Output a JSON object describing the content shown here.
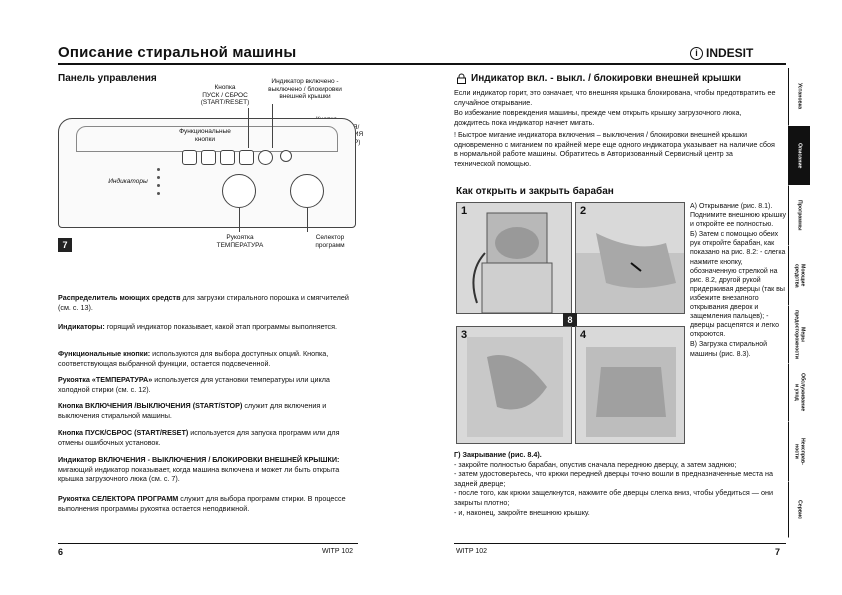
{
  "header": {
    "title": "Описание стиральной машины",
    "brand": "INDESIT",
    "brand_mark": "i"
  },
  "left": {
    "section_title": "Панель управления",
    "figure_number": "7",
    "labels": {
      "start_reset": "Кнопка\nПУСК / СБРОС\n(START/RESET)",
      "lid_indicator": "Индикатор включено -\nвыключено / блокировки\nвнешней крышки",
      "onoff": "Кнопка\nВКЛЮЧЕНИЯ/\nВЫКЛЮЧЕНИЯ\n(START/STOP)",
      "function_buttons": "Функциональные\nкнопки",
      "indicators": "Индикаторы",
      "temperature": "Рукоятка\nТЕМПЕРАТУРА",
      "selector": "Селектор\nпрограмм"
    },
    "paragraphs": [
      {
        "lead": "Распределитель моющих средств",
        "text": " для загрузки стирального порошка и смягчителей (см. с. 13)."
      },
      {
        "lead": "Индикаторы:",
        "text": " горящий индикатор показывает, какой этап программы выполняется."
      },
      {
        "lead": "Функциональные кнопки:",
        "text": " используются для выбора доступных опций. Кнопка, соответствующая выбранной функции, остается подсвеченной."
      },
      {
        "lead": "Рукоятка «ТЕМПЕРАТУРА»",
        "text": " используется для установки температуры или цикла холодной стирки (см. с. 12)."
      },
      {
        "lead": "Кнопка ВКЛЮЧЕНИЯ /ВЫКЛЮЧЕНИЯ (START/STOP)",
        "text": " служит для включения и выключения стиральной машины."
      },
      {
        "lead": "Кнопка ПУСК/СБРОС (START/RESET)",
        "text": " используется для запуска программ или для отмены ошибочных установок."
      },
      {
        "lead": "Индикатор ВКЛЮЧЕНИЯ - ВЫКЛЮЧЕНИЯ / БЛОКИРОВКИ ВНЕШНЕЙ КРЫШКИ:",
        "text": " мигающий индикатор показывает, когда машина включена и может ли быть открыта крышка загрузочного люка (см. с. 7)."
      },
      {
        "lead": "Рукоятка СЕЛЕКТОРА ПРОГРАММ",
        "text": " служит для выбора программ стирки. В процессе выполнения программы рукоятка остается неподвижной."
      }
    ],
    "page_number": "6",
    "model": "WITP 102"
  },
  "right": {
    "section1_title": "Индикатор вкл. - выкл. / блокировки внешней крышки",
    "section1_text": [
      "Если индикатор горит, это означает, что внешняя крышка блокирована, чтобы предотвратить ее случайное открывание.",
      "Во избежание повреждения машины, прежде чем открыть крышку загрузочного люка, дождитесь пока индикатор начнет мигать.",
      "! Быстрое мигание индикатора включения – выключения / блокировки внешней крышки одновременно с миганием по крайней мере еще одного индикатора указывает на наличие сбоя в нормальной работе машины. Обратитесь в Авторизованный Сервисный центр за технической помощью."
    ],
    "section2_title": "Как открыть и закрыть барабан",
    "photo_labels": [
      "1",
      "2",
      "3",
      "4"
    ],
    "figure_number": "8",
    "steps": [
      "A) Открывание (рис. 8.1). Поднимите внешнюю крышку и откройте ее полностью.",
      "Б) Затем с помощью обеих рук откройте барабан, как показано на рис. 8.2: - слегка нажмите кнопку, обозначенную стрелкой на рис. 8.2, другой рукой придерживая дверцы (так вы избежите внезапного открывания дверок и защемления пальцев); - дверцы расцепятся и легко откроются.",
      "В) Загрузка стиральной машины (рис. 8.3)."
    ],
    "closing_title": "Г) Закрывание (рис. 8.4).",
    "closing_lines": [
      "- закройте полностью барабан, опустив сначала переднюю дверцу, а затем заднюю;",
      "- затем удостоверьтесь, что крюки передней дверцы точно вошли в предназначенные места на задней дверце;",
      "- после того, как крюки защелкнутся, нажмите обе дверцы слегка вниз, чтобы убедиться — они закрыты плотно;",
      "- и, наконец, закройте внешнюю крышку."
    ],
    "page_number": "7",
    "model": "WITP 102"
  },
  "side_tabs": [
    {
      "label": "Установка",
      "active": false
    },
    {
      "label": "Описание",
      "active": true
    },
    {
      "label": "Программы",
      "active": false
    },
    {
      "label": "Моющие\nсредства",
      "active": false
    },
    {
      "label": "Меры\nпредосторожности",
      "active": false
    },
    {
      "label": "Обслуживание\nи уход",
      "active": false
    },
    {
      "label": "Неисправ-\nности",
      "active": false
    },
    {
      "label": "Сервис",
      "active": false
    }
  ],
  "colors": {
    "ink": "#111111",
    "tab_active": "#111111",
    "photo_bg": "#d9d9d9"
  }
}
